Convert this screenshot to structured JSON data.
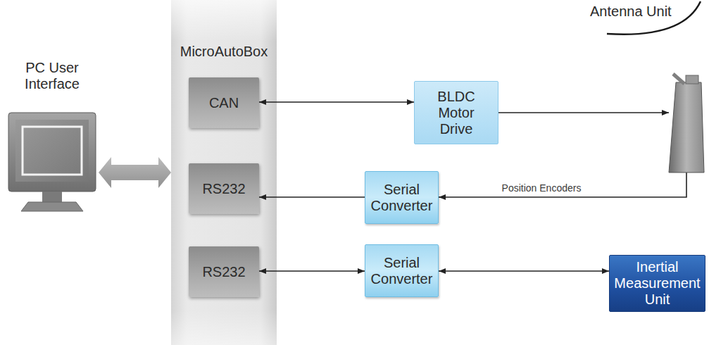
{
  "diagram": {
    "nodes": [
      {
        "text": [
          "PC User Interface"
        ]
      },
      {
        "text": [
          "MicroAutoBox"
        ]
      },
      {
        "text": [
          "CAN"
        ],
        "in": 1
      },
      {
        "text": [
          "RS232"
        ],
        "in": 1
      },
      {
        "text": [
          "RS232"
        ],
        "in": 1
      },
      {
        "text": [
          "BLDC Motor Drive"
        ]
      },
      {
        "text": [
          "Antenna Unit"
        ]
      },
      {
        "text": [
          "Serial Converter"
        ]
      },
      {
        "text": [
          "Serial Converter"
        ]
      },
      {
        "text": [
          "Inertial Measurement Unit"
        ]
      }
    ],
    "edges": [
      {
        "from": 0,
        "to": 1,
        "arrow": "both"
      },
      {
        "from": 2,
        "to": 5,
        "arrow": "both"
      },
      {
        "from": 5,
        "to": 6,
        "arrow": "to"
      },
      {
        "from": 6,
        "to": 7,
        "label": "Position Encoders",
        "arrow": "to"
      },
      {
        "from": 7,
        "to": 3,
        "arrow": "to"
      },
      {
        "from": 4,
        "to": 8,
        "arrow": "both"
      },
      {
        "from": 8,
        "to": 9,
        "arrow": "both"
      }
    ]
  }
}
